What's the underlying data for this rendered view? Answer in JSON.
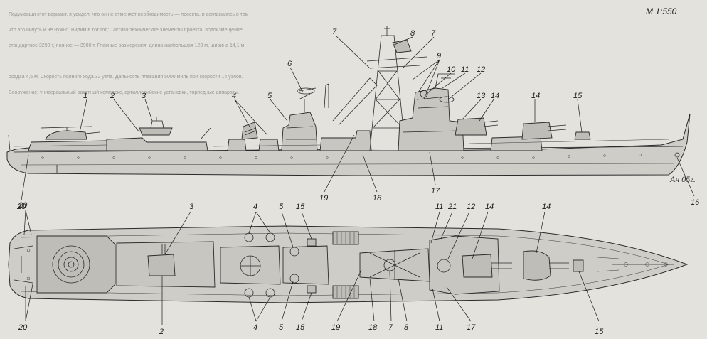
{
  "scale_label": "М 1:550",
  "signature": "Ан 05г.",
  "background_text": [
    "Подумавши этот вариант, я увидел, что он не отменяет необходимость — проекта, и согласились в том",
    "что это ничуть и не нужно. Видим в тот год: Тактико-технические элементы проекта: водоизмещение",
    "стандартное 3290 т, полное — 3900 т. Главные размерения: длина наибольшая 123 м, ширина 14,1 м",
    "осадка 4,5 м. Скорость полного хода 32 узла. Дальность плавания 5000 миль при скорости 14 узлов.",
    "Вооружение: универсальный ракетный комплекс, артиллерийские установки, торпедные аппараты."
  ],
  "views": {
    "side": {
      "labels": [
        {
          "text": "1"
        },
        {
          "text": "2"
        },
        {
          "text": "3"
        },
        {
          "text": "4"
        },
        {
          "text": "5"
        },
        {
          "text": "6"
        },
        {
          "text": "7"
        },
        {
          "text": "8"
        },
        {
          "text": "7"
        },
        {
          "text": "9"
        },
        {
          "text": "10"
        },
        {
          "text": "11"
        },
        {
          "text": "12"
        },
        {
          "text": "13"
        },
        {
          "text": "14"
        },
        {
          "text": "14"
        },
        {
          "text": "15"
        },
        {
          "text": "16"
        },
        {
          "text": "17"
        },
        {
          "text": "18"
        },
        {
          "text": "19"
        },
        {
          "text": "20"
        }
      ]
    },
    "plan": {
      "labels": [
        {
          "text": "20"
        },
        {
          "text": "20"
        },
        {
          "text": "3"
        },
        {
          "text": "2"
        },
        {
          "text": "4"
        },
        {
          "text": "4"
        },
        {
          "text": "5"
        },
        {
          "text": "5"
        },
        {
          "text": "15"
        },
        {
          "text": "15"
        },
        {
          "text": "19"
        },
        {
          "text": "18"
        },
        {
          "text": "7"
        },
        {
          "text": "8"
        },
        {
          "text": "11"
        },
        {
          "text": "21"
        },
        {
          "text": "12"
        },
        {
          "text": "14"
        },
        {
          "text": "14"
        },
        {
          "text": "11"
        },
        {
          "text": "17"
        },
        {
          "text": "15"
        }
      ]
    }
  }
}
